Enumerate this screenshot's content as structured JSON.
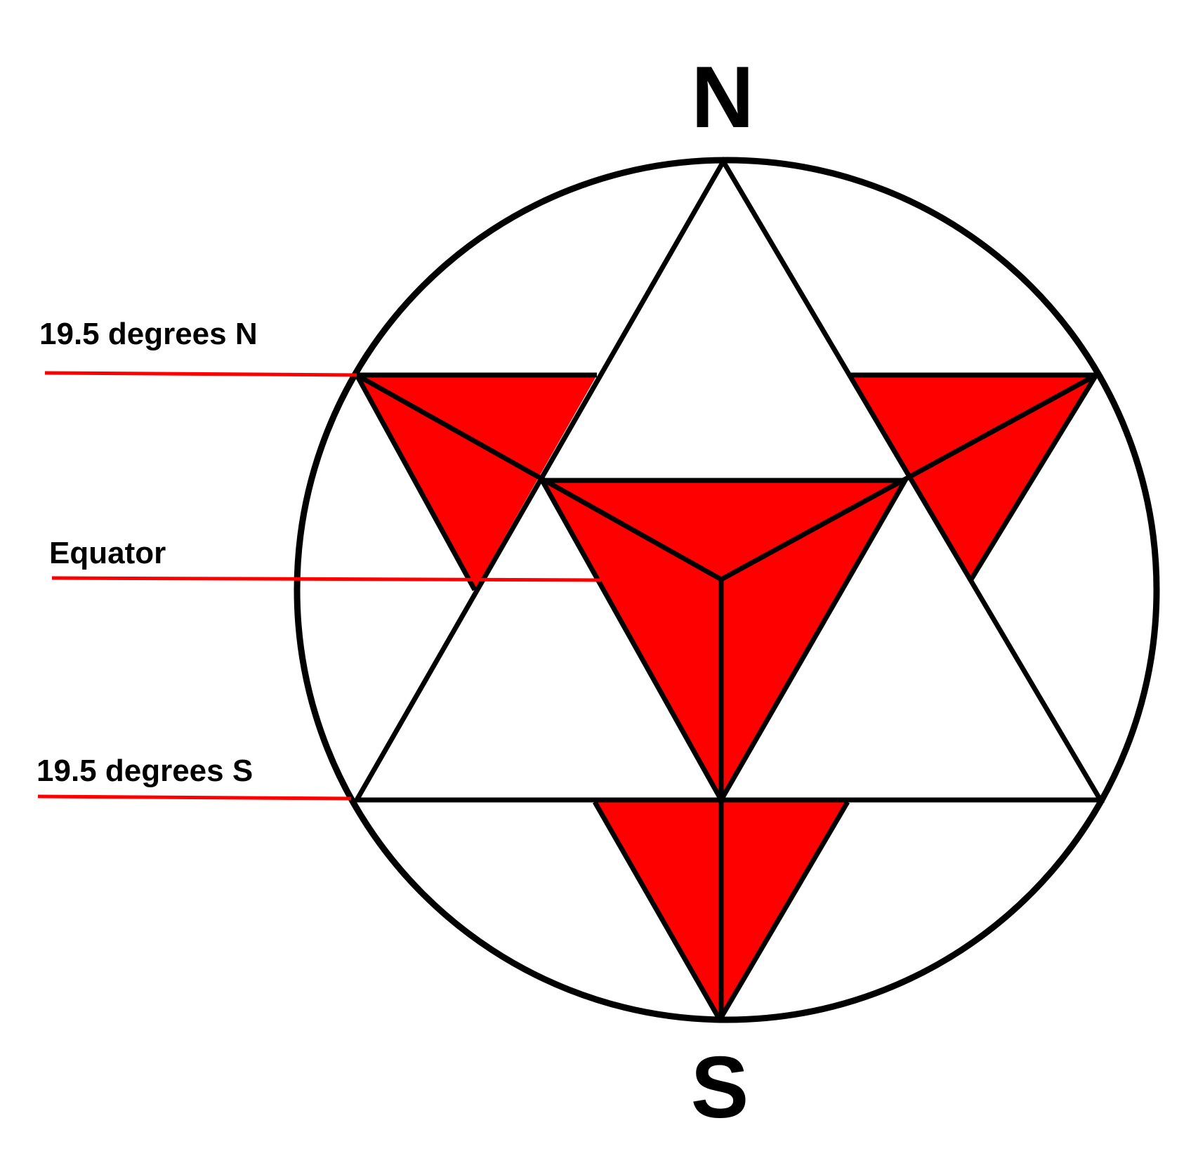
{
  "labels": {
    "north": "N",
    "south": "S",
    "lat_north": "19.5 degrees N",
    "equator": "Equator",
    "lat_south": "19.5 degrees S"
  },
  "colors": {
    "accent": "#ff0000",
    "line": "#000000",
    "background": "#ffffff"
  }
}
